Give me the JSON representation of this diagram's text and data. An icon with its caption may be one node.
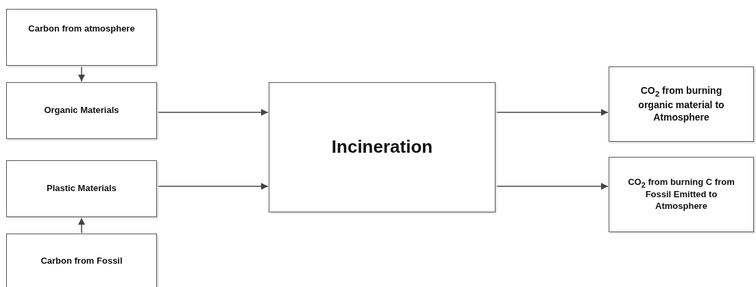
{
  "diagram": {
    "nodes": [
      {
        "text": [
          "Carbon from atmosphere"
        ]
      },
      {
        "text": [
          "Organic Materials"
        ]
      },
      {
        "text": [
          "Plastic Materials"
        ]
      },
      {
        "text": [
          "Carbon from Fossil"
        ]
      },
      {
        "text": [
          "Incineration"
        ]
      },
      {
        "text": [
          "CO$_{2}$ from burning organic material to Atmosphere"
        ]
      },
      {
        "text": [
          "CO$_{2}$ from burning C from Fossil Emitted to Atmosphere"
        ]
      }
    ],
    "edges": [
      {
        "from": 0,
        "to": 1,
        "arrow": "to"
      },
      {
        "from": 3,
        "to": 2,
        "arrow": "to"
      },
      {
        "from": 1,
        "to": 4,
        "arrow": "to"
      },
      {
        "from": 2,
        "to": 4,
        "arrow": "to"
      },
      {
        "from": 4,
        "to": 5,
        "arrow": "to"
      },
      {
        "from": 4,
        "to": 6,
        "arrow": "to"
      }
    ]
  }
}
